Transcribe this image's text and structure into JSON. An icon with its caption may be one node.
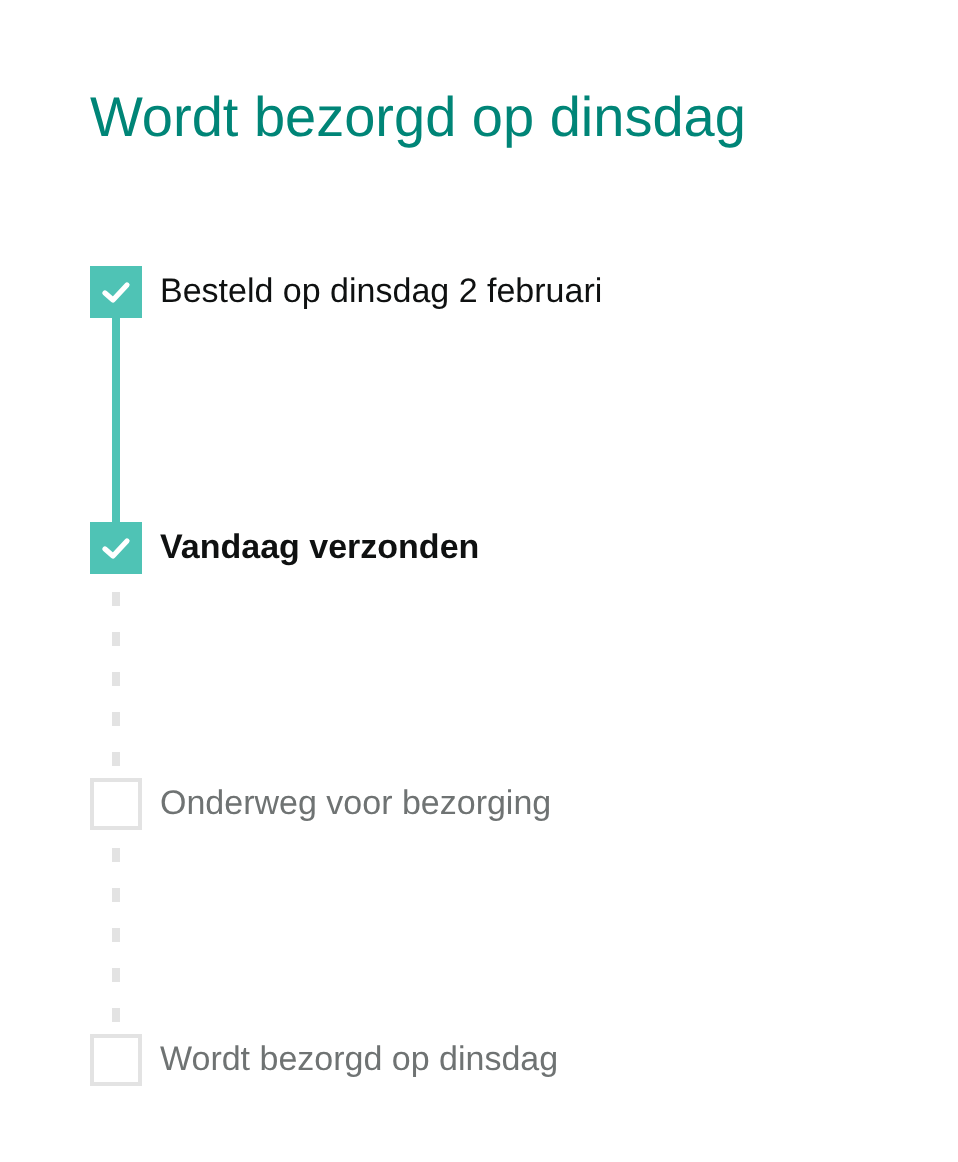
{
  "diagram": {
    "title": "Wordt bezorgd op dinsdag",
    "nodes": [
      {
        "text": [
          "Besteld op dinsdag 2 februari"
        ]
      },
      {
        "text": [
          "Vandaag verzonden"
        ]
      },
      {
        "text": [
          "Onderweg voor bezorging"
        ]
      },
      {
        "text": [
          "Wordt bezorgd op dinsdag"
        ]
      }
    ],
    "edges": [
      {
        "from": 0,
        "to": 1,
        "arrow": "none",
        "color": "#4fc3b5"
      },
      {
        "from": 1,
        "to": 2,
        "arrow": "none",
        "style": "dashed"
      },
      {
        "from": 2,
        "to": 3,
        "arrow": "none",
        "style": "dashed"
      }
    ]
  }
}
